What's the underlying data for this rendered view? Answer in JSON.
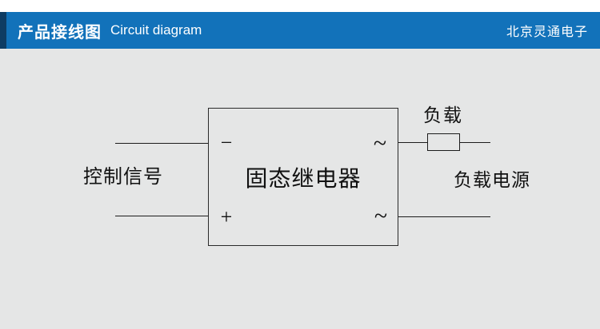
{
  "header": {
    "title_zh": "产品接线图",
    "title_en": "Circuit diagram",
    "company": "北京灵通电子"
  },
  "diagram": {
    "relay_label": "固态继电器",
    "control_label": "控制信号",
    "load_label": "负载",
    "load_power_label": "负载电源",
    "terminal_minus": "−",
    "terminal_plus": "+",
    "terminal_ac": "~"
  },
  "colors": {
    "header_blue": "#1272ba",
    "header_accent_dark": "#0e3c63",
    "body_background": "#e5e6e6",
    "wire": "#1c1c1c"
  }
}
